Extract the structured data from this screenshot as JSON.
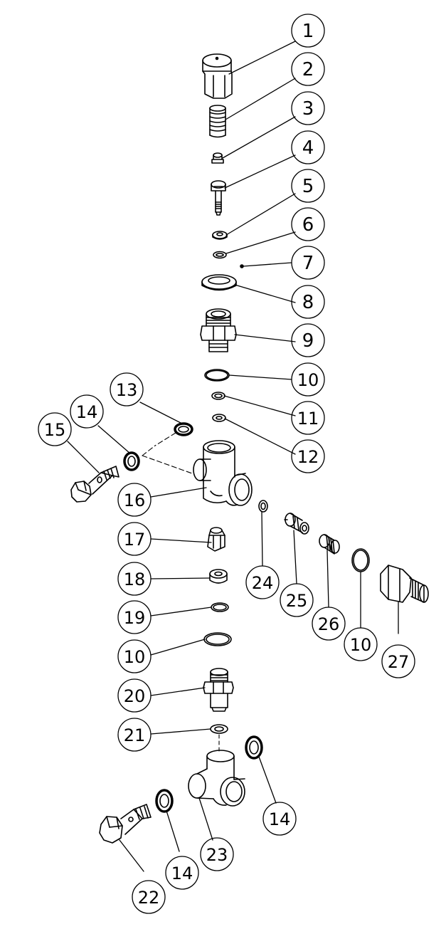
{
  "diagram": {
    "type": "exploded-parts-view",
    "line_color": "#000000",
    "background": "#ffffff",
    "callouts": [
      "1",
      "2",
      "3",
      "4",
      "5",
      "6",
      "7",
      "8",
      "9",
      "10",
      "11",
      "12",
      "13",
      "14",
      "15",
      "16",
      "17",
      "18",
      "19",
      "10",
      "20",
      "21",
      "14",
      "22",
      "14",
      "23",
      "24",
      "25",
      "26",
      "10",
      "27"
    ]
  }
}
